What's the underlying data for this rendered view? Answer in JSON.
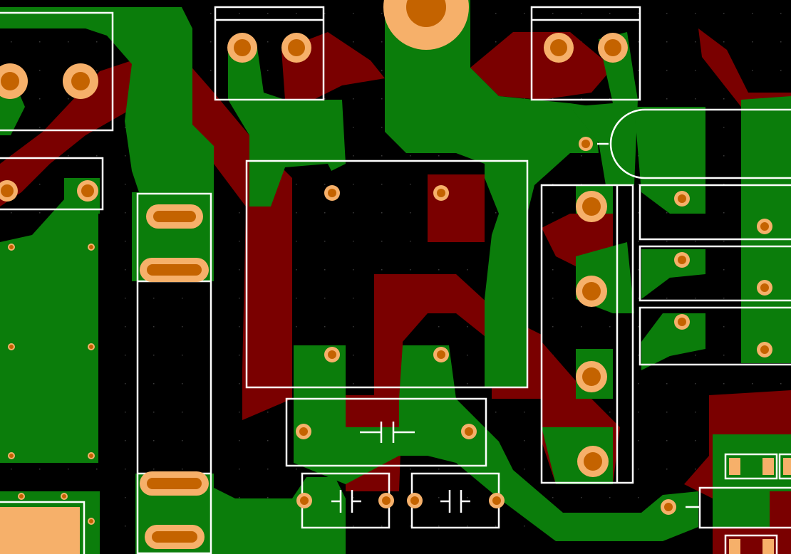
{
  "view": {
    "type": "pcb-layout",
    "layers": [
      "bottom-copper",
      "top-copper",
      "silkscreen",
      "pads"
    ]
  },
  "colors": {
    "background": "#000000",
    "top_copper": "#0b7d0b",
    "bottom_copper": "#7a0000",
    "silkscreen": "#ffffff",
    "pad_outer": "#f6b06a",
    "pad_hole": "#c46300",
    "grid_dot": "#3a3a3a"
  },
  "components": [
    {
      "kind": "terminal-block",
      "pins": 2
    },
    {
      "kind": "terminal-block",
      "pins": 2
    },
    {
      "kind": "terminal-block",
      "pins": 2
    },
    {
      "kind": "relay-or-ic",
      "pins": 4
    },
    {
      "kind": "film-capacitor",
      "symbol": "capacitor-symbol"
    },
    {
      "kind": "ceramic-capacitor",
      "symbol": "capacitor-symbol"
    },
    {
      "kind": "ceramic-capacitor",
      "symbol": "capacitor-symbol"
    },
    {
      "kind": "pin-header",
      "pins": 4
    },
    {
      "kind": "fuse-holder",
      "pins": 4
    },
    {
      "kind": "crystal-or-diode",
      "pins": 1
    }
  ]
}
